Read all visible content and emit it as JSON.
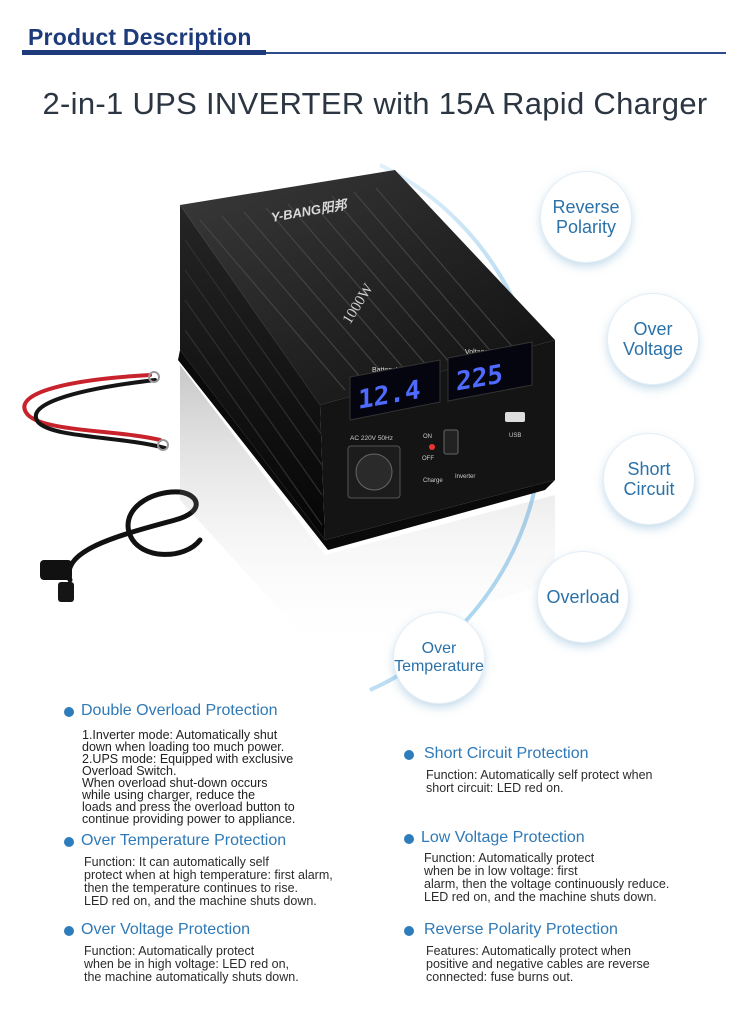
{
  "header": {
    "section_title": "Product Description",
    "main_title": "2-in-1 UPS INVERTER with 15A Rapid Charger"
  },
  "features": [
    {
      "label": "Reverse\nPolarity"
    },
    {
      "label": "Over\nVoltage"
    },
    {
      "label": "Short\nCircuit"
    },
    {
      "label": "Overload"
    },
    {
      "label": "Over\nTemperature"
    }
  ],
  "product": {
    "brand": "Y-BANG阳邦",
    "model_text": "1000W",
    "battery_label": "Battery Voltage",
    "battery_value": "12.4",
    "output_label": "Voltage Output",
    "output_value": "225",
    "ac_label": "AC 220V 50Hz",
    "on_label": "ON",
    "off_label": "OFF",
    "charge_label": "Charge",
    "inverter_label": "Inverter",
    "usb_label": "USB"
  },
  "protections": {
    "double_overload": {
      "title": "Double Overload Protection",
      "items": [
        "1.Inverter mode: Automatically shut\n   down when loading too much power.",
        "2.UPS mode: Equipped with exclusive\n   Overload Switch.\n   When overload shut-down occurs\n   while using charger, reduce the\n   loads and press the overload button to\n   continue providing power to appliance."
      ]
    },
    "over_temperature": {
      "title": "Over Temperature Protection",
      "body": "Function: It can automatically self\nprotect when at  high temperature: first alarm,\nthen the temperature continues to rise.\nLED red on, and the machine shuts down."
    },
    "over_voltage": {
      "title": "Over Voltage Protection",
      "body": "Function: Automatically protect\nwhen be in  high voltage: LED red on,\nthe machine automatically shuts down."
    },
    "short_circuit": {
      "title": "Short Circuit Protection",
      "body": "Function: Automatically self protect when\nshort circuit: LED red on."
    },
    "low_voltage": {
      "title": "Low Voltage Protection",
      "body": "Function: Automatically protect\nwhen be in low voltage: first\nalarm, then the voltage continuously reduce.\nLED red on, and the machine shuts down."
    },
    "reverse_polarity": {
      "title": "Reverse Polarity Protection",
      "body": "Features: Automatically protect when\npositive and negative cables are reverse\nconnected: fuse burns out."
    }
  },
  "colors": {
    "accent": "#2f79b6",
    "header": "#1d3a7a",
    "ring": "#7fc0e8",
    "led": "#4f6bff"
  }
}
